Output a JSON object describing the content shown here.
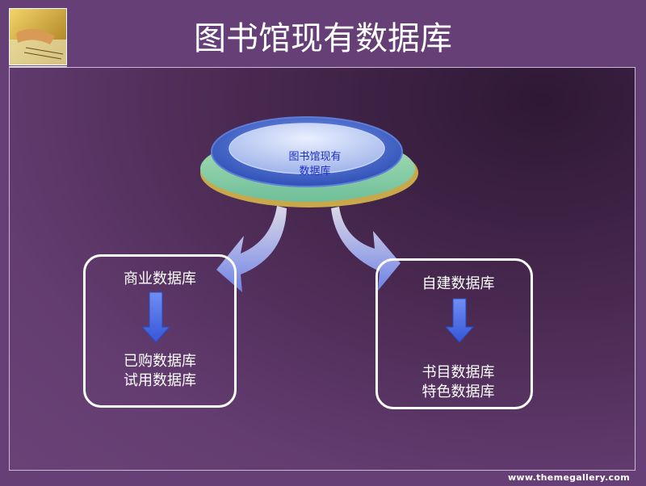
{
  "slide": {
    "title": "图书馆现有数据库",
    "watermark": "www.themegallery.com"
  },
  "diagram": {
    "center": {
      "line1": "图书馆现有",
      "line2": "数据库"
    },
    "left": {
      "top": "商业数据库",
      "bottom_line1": "已购数据库",
      "bottom_line2": "试用数据库"
    },
    "right": {
      "top": "自建数据库",
      "bottom_line1": "书目数据库",
      "bottom_line2": "特色数据库"
    }
  },
  "colors": {
    "background": "#673f77",
    "disc_outer": "#3f63c9",
    "disc_inner": "#b8c8f2",
    "disc_base": "#8fd1a8",
    "disc_base_edge": "#d0b45a",
    "arrow": "#4a6de0",
    "text": "#ffffff",
    "center_text": "#1f2fc8"
  }
}
